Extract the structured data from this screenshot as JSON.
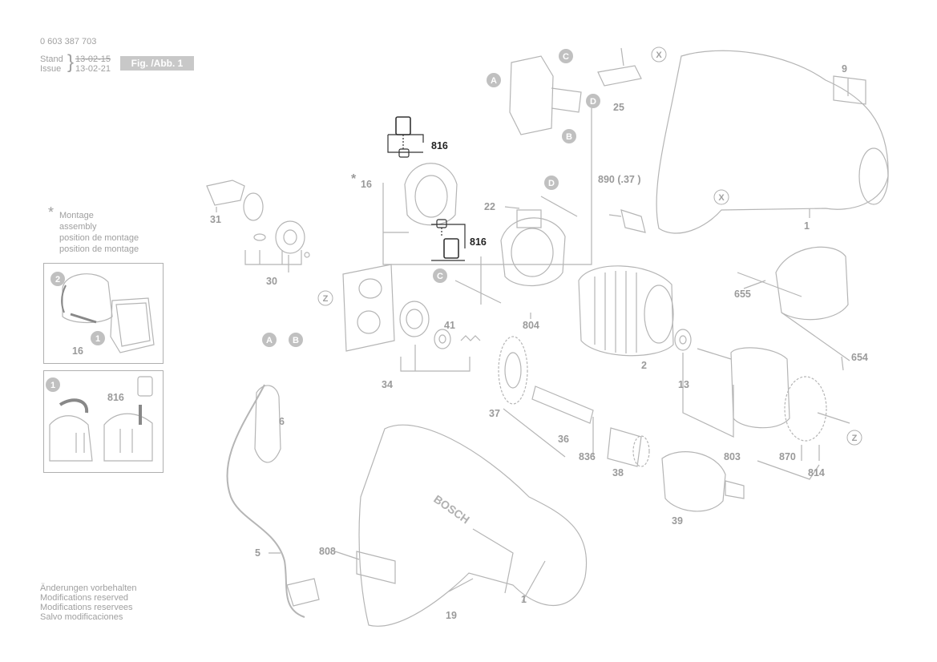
{
  "header": {
    "doc_number": "0 603 387 703",
    "stand_label": "Stand",
    "issue_label": "Issue",
    "stand_date": "13-02-15",
    "issue_date": "13-02-21",
    "figure_label": "Fig. /Abb. 1"
  },
  "assembly_note": {
    "symbol": "*",
    "lines": [
      "Montage",
      "assembly",
      "position de montage",
      "position de montage"
    ]
  },
  "footer_note": {
    "lines": [
      "Änderungen vorbehalten",
      "Modifications reserved",
      "Modifications reservees",
      "Salvo modificaciones"
    ]
  },
  "inset_top": {
    "step2": "2",
    "step1": "1",
    "part": "16"
  },
  "inset_bottom": {
    "step1": "1",
    "part": "816"
  },
  "parts": [
    {
      "id": "p1a",
      "label": "1"
    },
    {
      "id": "p1b",
      "label": "1"
    },
    {
      "id": "p2",
      "label": "2"
    },
    {
      "id": "p5",
      "label": "5"
    },
    {
      "id": "p6",
      "label": "6"
    },
    {
      "id": "p9",
      "label": "9"
    },
    {
      "id": "p13",
      "label": "13"
    },
    {
      "id": "p16",
      "label": "16"
    },
    {
      "id": "p19",
      "label": "19"
    },
    {
      "id": "p22",
      "label": "22"
    },
    {
      "id": "p25",
      "label": "25"
    },
    {
      "id": "p30",
      "label": "30"
    },
    {
      "id": "p31",
      "label": "31"
    },
    {
      "id": "p34",
      "label": "34"
    },
    {
      "id": "p36",
      "label": "36"
    },
    {
      "id": "p37",
      "label": "37"
    },
    {
      "id": "p38",
      "label": "38"
    },
    {
      "id": "p39",
      "label": "39"
    },
    {
      "id": "p41",
      "label": "41"
    },
    {
      "id": "p654",
      "label": "654"
    },
    {
      "id": "p655",
      "label": "655"
    },
    {
      "id": "p803",
      "label": "803"
    },
    {
      "id": "p804",
      "label": "804"
    },
    {
      "id": "p808",
      "label": "808"
    },
    {
      "id": "p814",
      "label": "814"
    },
    {
      "id": "p816a",
      "label": "816"
    },
    {
      "id": "p816b",
      "label": "816"
    },
    {
      "id": "p836",
      "label": "836"
    },
    {
      "id": "p870",
      "label": "870"
    },
    {
      "id": "p890",
      "label": "890 (.37 )"
    }
  ],
  "markers": [
    {
      "id": "mA1",
      "label": "A"
    },
    {
      "id": "mA2",
      "label": "A"
    },
    {
      "id": "mB1",
      "label": "B"
    },
    {
      "id": "mB2",
      "label": "B"
    },
    {
      "id": "mC1",
      "label": "C"
    },
    {
      "id": "mC2",
      "label": "C"
    },
    {
      "id": "mD1",
      "label": "D"
    },
    {
      "id": "mD2",
      "label": "D"
    },
    {
      "id": "mX1",
      "label": "X"
    },
    {
      "id": "mX2",
      "label": "X"
    },
    {
      "id": "mZ1",
      "label": "Z"
    },
    {
      "id": "mZ2",
      "label": "Z"
    }
  ],
  "brand_mark": "BOSCH",
  "star_mark": "*"
}
